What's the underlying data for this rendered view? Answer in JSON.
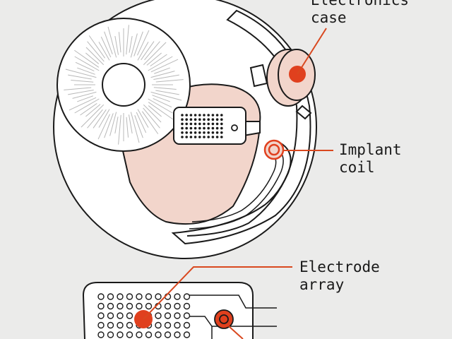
{
  "labels": {
    "electronics_case": {
      "line1": "Electronics",
      "line2": "case"
    },
    "implant_coil": {
      "line1": "Implant",
      "line2": "coil"
    },
    "electrode_array": {
      "line1": "Electrode",
      "line2": "array"
    }
  },
  "colors": {
    "background": "#ebebea",
    "outline": "#1a1a1a",
    "body_fill": "#ffffff",
    "tissue_pink": "#f2d5cb",
    "accent_red": "#e0401e",
    "leader_line": "#d9481f"
  }
}
